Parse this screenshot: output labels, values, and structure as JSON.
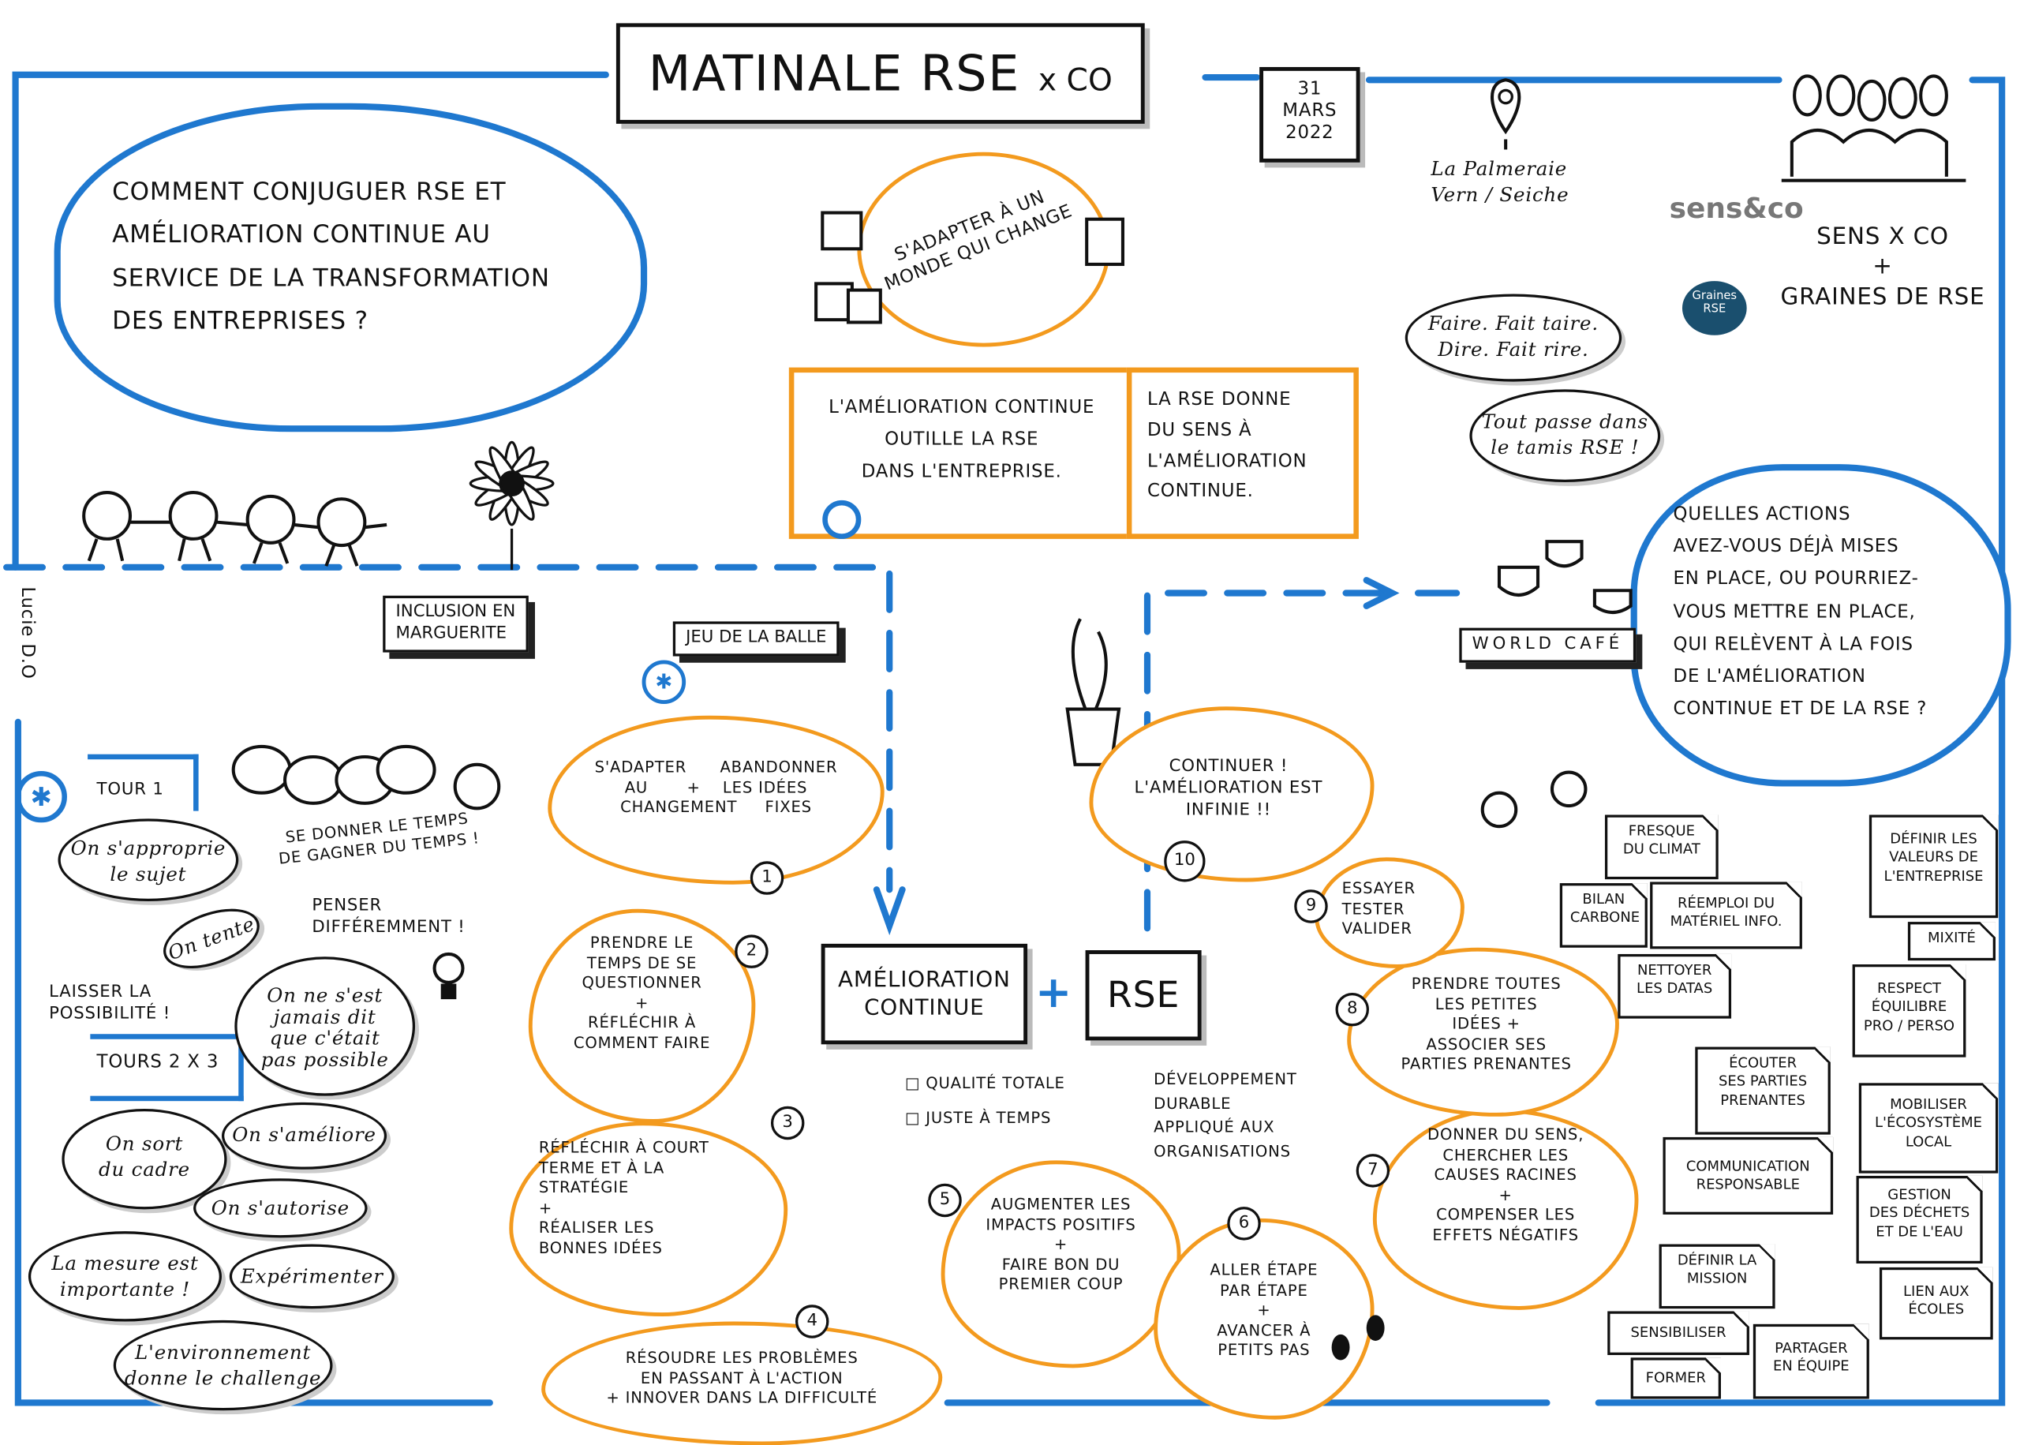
{
  "header": {
    "title": "MATINALE RSE",
    "title_suffix": "x CO",
    "date": "31\nMARS\n2022",
    "location": "La Palmeraie\nVern / Seiche"
  },
  "organizers": {
    "logo_sens": "sens&co",
    "logo_graines": "Graines RSE",
    "text": "SENS x CO\n+\nGRAINES DE RSE"
  },
  "question": "Comment conjuguer RSE et\nAmélioration Continue au\nservice de la Transformation\ndes entreprises ?",
  "adapt_bubble": "S'adapter à un\nmonde qui change",
  "puzzle": {
    "left": "L'amélioration continue\noutille la RSE\ndans l'entreprise.",
    "right": "La RSE donne\ndu sens à\nl'amélioration\ncontinue."
  },
  "thoughts": {
    "first": "Faire. Fait taire.\nDire. Fait rire.",
    "second": "Tout passe dans\nle tamis RSE !"
  },
  "world_cafe_question": "Quelles actions\navez-vous déjà mises\nen place, ou pourriez-\nvous mettre en place,\nqui relèvent à la fois\nde l'amélioration\ncontinue et de la RSE ?",
  "activities": {
    "marguerite": "Inclusion en\nmarguerite",
    "balle": "Jeu de la balle",
    "world_cafe": "World café"
  },
  "signature": "Lucie D.O",
  "left": {
    "tour1": "Tour 1",
    "tours23": "Tours 2 x 3",
    "time": "Se donner le temps\nde gagner du temps !",
    "penser": "Penser\ndifféremment !",
    "laisser": "Laisser la\npossibilité !",
    "bubbles": [
      "On s'approprie\nle sujet",
      "On tente",
      "On ne s'est\njamais dit\nque c'était\npas possible",
      "On sort\ndu cadre",
      "On s'améliore",
      "On s'autorise",
      "La mesure est\nimportante !",
      "Expérimenter",
      "L'environnement\ndonne le challenge"
    ]
  },
  "center": {
    "ac": "Amélioration\ncontinue",
    "plus": "+",
    "rse": "RSE",
    "ac_items": [
      "Qualité totale",
      "Juste à temps"
    ],
    "rse_desc": "Développement\ndurable\nappliqué aux\norganisations"
  },
  "steps": [
    {
      "n": "1",
      "text": "S'adapter      Abandonner\nau       +    les idées\nchangement     fixes"
    },
    {
      "n": "2",
      "text": "Prendre le\ntemps de se\nquestionner\n+\nréfléchir à\ncomment faire"
    },
    {
      "n": "3",
      "text": "Réfléchir à court\nterme et à la\nstratégie\n+\nréaliser les\nbonnes idées"
    },
    {
      "n": "4",
      "text": "Résoudre les problèmes\nen passant à l'action\n+ innover dans la difficulté"
    },
    {
      "n": "5",
      "text": "Augmenter les\nimpacts positifs\n+\nfaire bon du\npremier coup"
    },
    {
      "n": "6",
      "text": "Aller étape\npar étape\n+\navancer à\npetits pas"
    },
    {
      "n": "7",
      "text": "Donner du sens,\nchercher les\ncauses racines\n+\ncompenser les\neffets négatifs"
    },
    {
      "n": "8",
      "text": "Prendre toutes\nles petites\nidées +\nassocier ses\nparties prenantes"
    },
    {
      "n": "9",
      "text": "Essayer\ntester\nvalider"
    },
    {
      "n": "10",
      "text": "Continuer !\nL'amélioration est\ninfinie !!"
    }
  ],
  "notes": [
    "Fresque\ndu climat",
    "Bilan\ncarbone",
    "Réemploi du\nmatériel info.",
    "Nettoyer\nles datas",
    "Écouter\nses parties\nprenantes",
    "Communication\nresponsable",
    "Définir la\nmission",
    "Sensibiliser",
    "Former",
    "Partager\nen équipe",
    "Définir les\nvaleurs de\nl'entreprise",
    "Mixité",
    "Respect\néquilibre\npro / perso",
    "Mobiliser\nl'écosystème\nlocal",
    "Gestion\ndes déchets\net de l'eau",
    "Lien aux\nécoles"
  ],
  "colors": {
    "blue": "#1f78cf",
    "orange": "#f39a1e",
    "black": "#111111"
  }
}
